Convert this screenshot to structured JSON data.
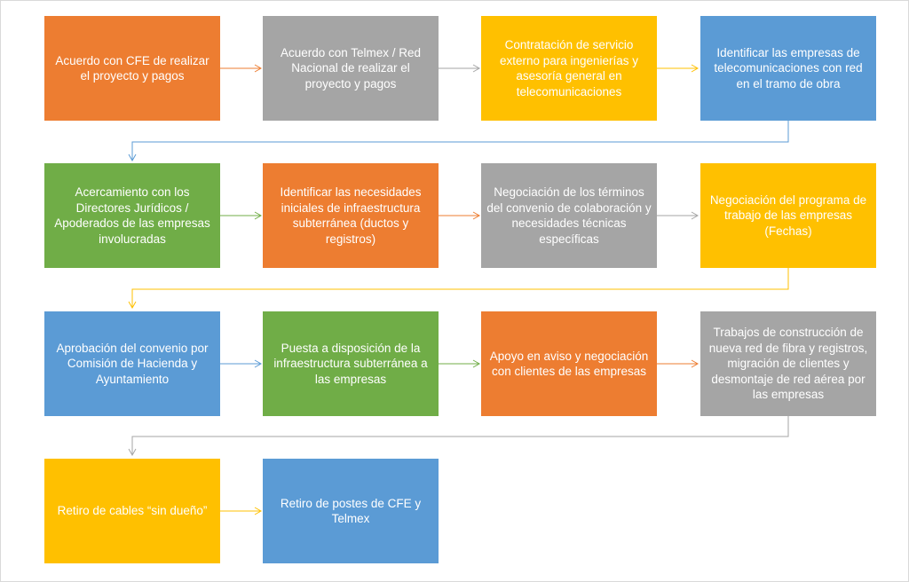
{
  "colors": {
    "orange": "#ed7d31",
    "gray": "#a5a5a5",
    "yellow": "#ffc000",
    "blue": "#5b9bd5",
    "green": "#70ad47"
  },
  "steps": [
    {
      "text": "Acuerdo con CFE de realizar el proyecto y pagos",
      "color": "orange"
    },
    {
      "text": "Acuerdo con Telmex / Red Nacional de realizar el proyecto y pagos",
      "color": "gray"
    },
    {
      "text": "Contratación de servicio externo para ingenierías y asesoría general en telecomunicaciones",
      "color": "yellow"
    },
    {
      "text": "Identificar las empresas de telecomunicaciones con red en el tramo de obra",
      "color": "blue"
    },
    {
      "text": "Acercamiento con los Directores Jurídicos / Apoderados de las empresas involucradas",
      "color": "green"
    },
    {
      "text": "Identificar las necesidades iniciales de infraestructura subterránea (ductos y registros)",
      "color": "orange"
    },
    {
      "text": "Negociación de los términos del convenio de colaboración y necesidades técnicas específicas",
      "color": "gray"
    },
    {
      "text": "Negociación del programa de trabajo de las empresas (Fechas)",
      "color": "yellow"
    },
    {
      "text": "Aprobación del convenio por Comisión de Hacienda y Ayuntamiento",
      "color": "blue"
    },
    {
      "text": "Puesta a disposición de la infraestructura subterránea a las empresas",
      "color": "green"
    },
    {
      "text": "Apoyo en aviso y negociación con clientes de las empresas",
      "color": "orange"
    },
    {
      "text": "Trabajos de construcción de nueva red de fibra y registros, migración de clientes y desmontaje de red aérea por las empresas",
      "color": "gray"
    },
    {
      "text": "Retiro de cables “sin dueño”",
      "color": "yellow"
    },
    {
      "text": "Retiro de postes de CFE y Telmex",
      "color": "blue"
    }
  ]
}
